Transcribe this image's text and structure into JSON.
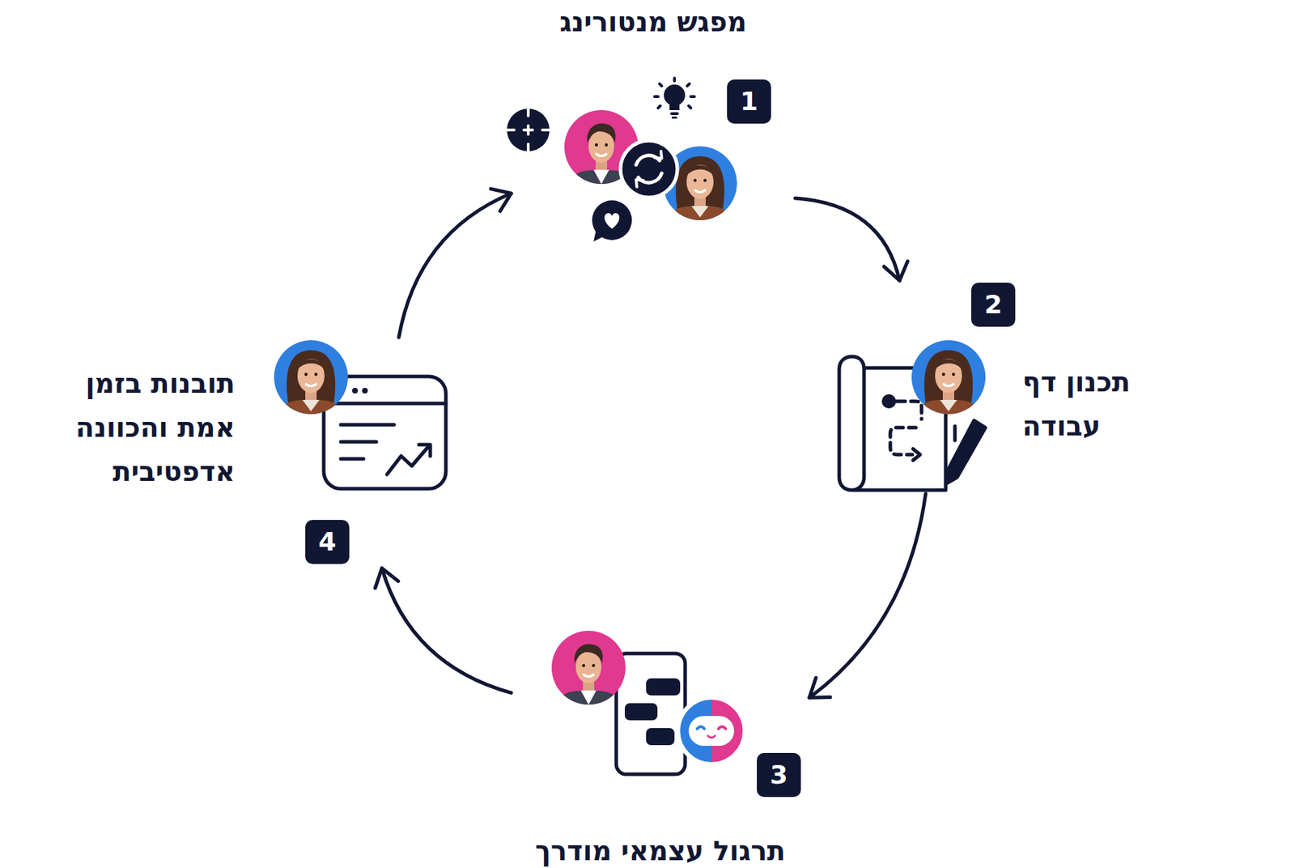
{
  "diagram": {
    "nodes": [
      {
        "text": [
          "1",
          "מפגש מנטורינג"
        ]
      },
      {
        "text": [
          "2",
          "תכנון דף עבודה"
        ]
      },
      {
        "text": [
          "3",
          "תרגול עצמאי מודרך"
        ]
      },
      {
        "text": [
          "4",
          "תובנות בזמן אמת והכוונה אדפטיבית"
        ]
      }
    ],
    "edges": [
      {
        "from": 0,
        "to": 1,
        "arrow": "to"
      },
      {
        "from": 1,
        "to": 2,
        "arrow": "to"
      },
      {
        "from": 2,
        "to": 3,
        "arrow": "to"
      },
      {
        "from": 3,
        "to": 0,
        "arrow": "to"
      }
    ]
  }
}
